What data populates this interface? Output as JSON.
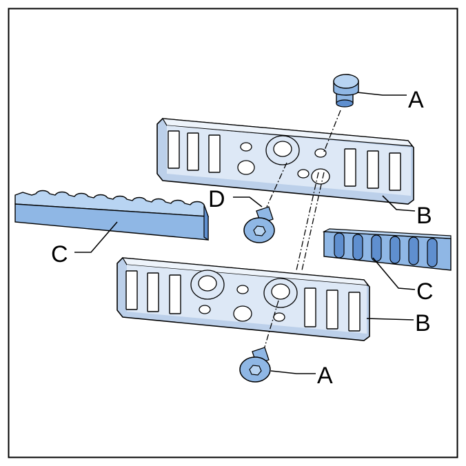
{
  "colors": {
    "plate_fill": "#dde8f6",
    "plate_edge": "#bcd0ea",
    "part_fill": "#8fb7e5",
    "part_dark": "#5f8fcf",
    "part_light": "#b8d4f2",
    "stroke": "#000000"
  },
  "callouts": {
    "a_top": "A",
    "b_top": "B",
    "d": "D",
    "c_left": "C",
    "c_right": "C",
    "b_bottom": "B",
    "a_bottom": "A"
  }
}
